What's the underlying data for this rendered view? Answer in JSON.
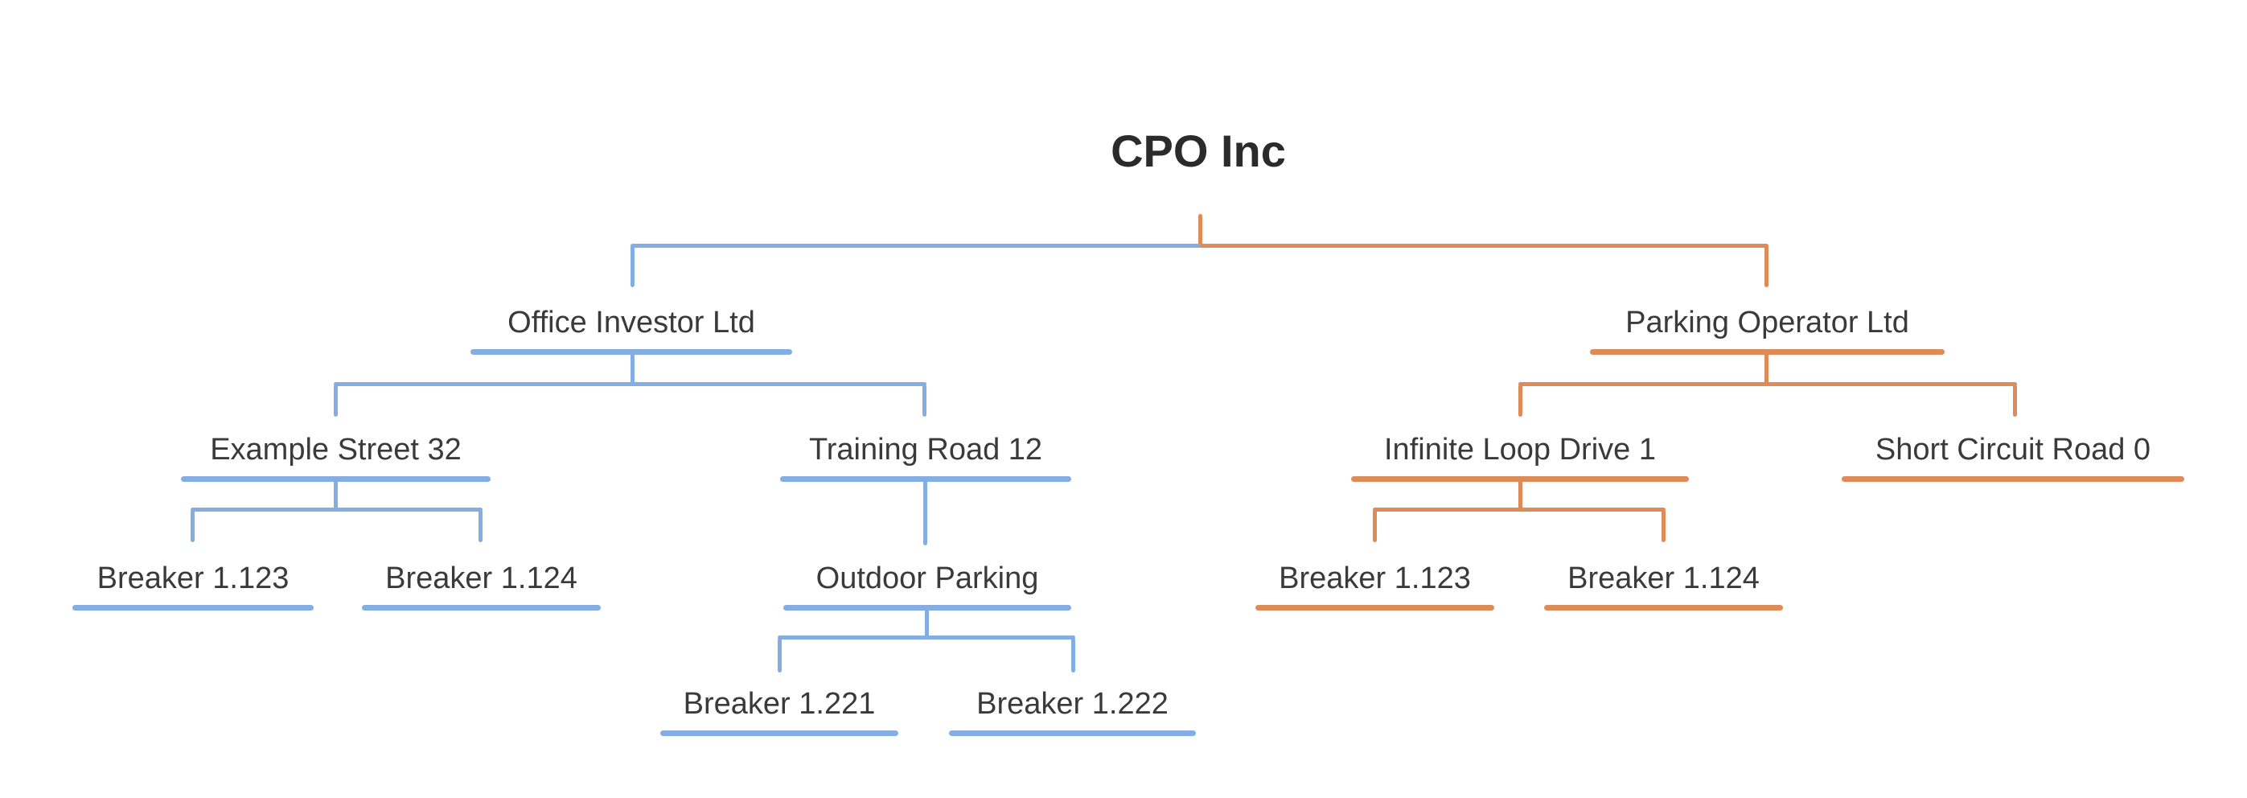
{
  "diagram_type": "org-tree",
  "colors": {
    "left_branch": "#84ADE2",
    "right_branch": "#DE8B5A",
    "node_text": "#3A3A3A",
    "title_text": "#2B2B2B",
    "background": "#FFFFFF"
  },
  "tree": {
    "label": "CPO Inc",
    "children": [
      {
        "label": "Office Investor Ltd",
        "branch": "left",
        "children": [
          {
            "label": "Example Street 32",
            "children": [
              {
                "label": "Breaker 1.123"
              },
              {
                "label": "Breaker 1.124"
              }
            ]
          },
          {
            "label": "Training Road 12",
            "children": [
              {
                "label": "Outdoor Parking",
                "children": [
                  {
                    "label": "Breaker 1.221"
                  },
                  {
                    "label": "Breaker 1.222"
                  }
                ]
              }
            ]
          }
        ]
      },
      {
        "label": "Parking Operator Ltd",
        "branch": "right",
        "children": [
          {
            "label": "Infinite Loop Drive 1",
            "children": [
              {
                "label": "Breaker 1.123"
              },
              {
                "label": "Breaker 1.124"
              }
            ]
          },
          {
            "label": "Short Circuit Road 0"
          }
        ]
      }
    ]
  }
}
